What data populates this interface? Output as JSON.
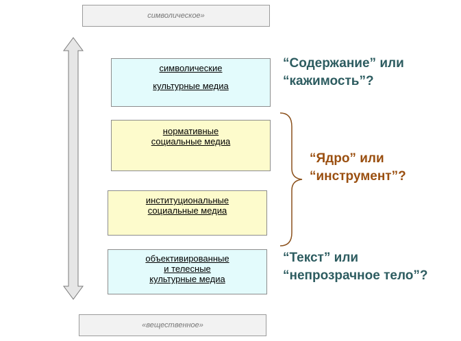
{
  "poles": {
    "top": "символическое»",
    "bottom": "«вещественное»"
  },
  "boxes": [
    {
      "lines": [
        "символические",
        "культурные медиа"
      ]
    },
    {
      "lines": [
        "нормативные",
        "социальные медиа"
      ]
    },
    {
      "lines": [
        "институциональные",
        "социальные медиа"
      ]
    },
    {
      "lines": [
        "объективированные",
        "и телесные",
        "культурные медиа"
      ]
    }
  ],
  "questions": {
    "content": {
      "lines": [
        "“Содержание” или",
        "“кажимость”?"
      ]
    },
    "core": {
      "lines": [
        "“Ядро” или",
        "“инструмент”?"
      ]
    },
    "text": {
      "lines": [
        "“Текст” или",
        "“непрозрачное тело”?"
      ]
    }
  },
  "colors": {
    "cyan_box": "#e3fbfc",
    "yellow_box": "#fdfbcc",
    "teal_text": "#2d5c60",
    "brown_text": "#9a4f10",
    "pole_fill": "#f2f2f2"
  }
}
